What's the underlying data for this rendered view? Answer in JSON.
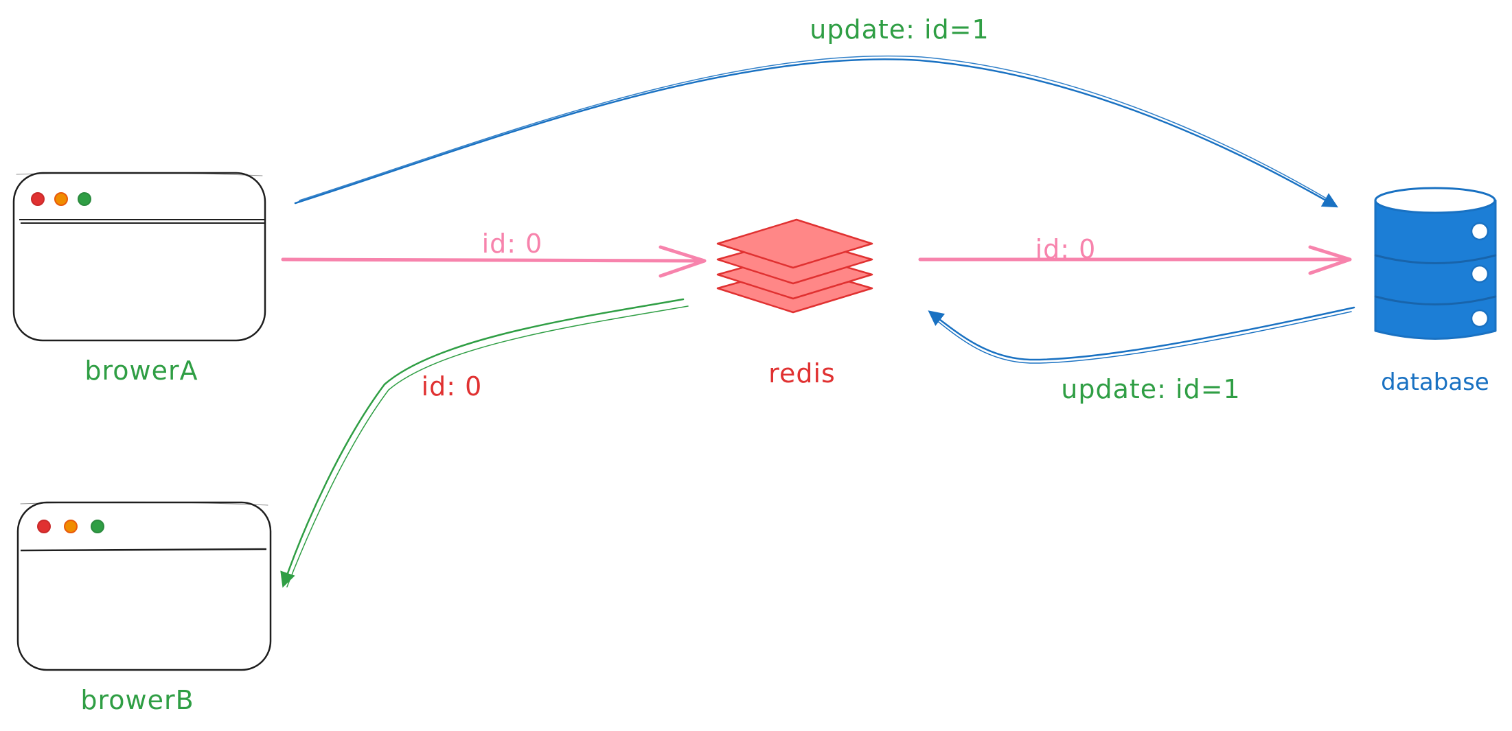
{
  "nodes": {
    "browserA": {
      "label": "browerA"
    },
    "browserB": {
      "label": "browerB"
    },
    "redis": {
      "label": "redis"
    },
    "database": {
      "label": "database"
    }
  },
  "edges": {
    "a_to_db": {
      "label": "update: id=1"
    },
    "a_to_redis": {
      "label": "id: 0"
    },
    "redis_to_db": {
      "label": "id: 0"
    },
    "db_to_redis": {
      "label": "update: id=1"
    },
    "redis_to_b": {
      "label": "id: 0"
    }
  },
  "colors": {
    "ink": "#1e1e1e",
    "green": "#2f9e44",
    "blue": "#1971c2",
    "db_fill": "#1c7ed6",
    "pink": "#f783ac",
    "red": "#e03131",
    "redis_fill": "#ff8787",
    "dot_red": "#e03131",
    "dot_orange": "#f08c00",
    "dot_green": "#2f9e44"
  }
}
